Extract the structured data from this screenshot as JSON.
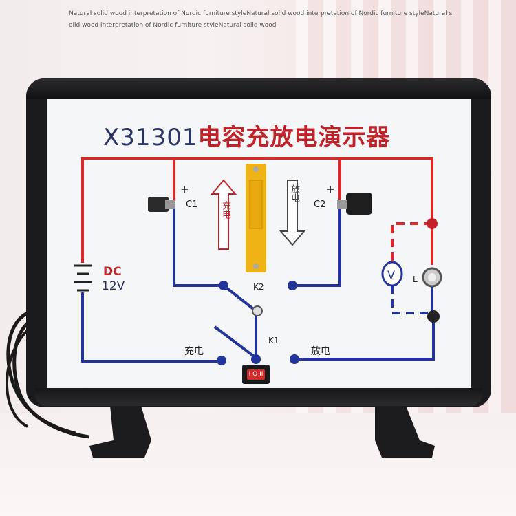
{
  "watermark": "Natural solid wood interpretation of Nordic furniture styleNatural solid wood interpretation of Nordic furniture styleNatural solid wood interpretation of Nordic furniture styleNatural solid wood",
  "title": {
    "code": "X31301",
    "name": "电容充放电演示器"
  },
  "labels": {
    "dc": "DC",
    "voltage": "12V",
    "c1": "C1",
    "c2": "C2",
    "k1": "K1",
    "k2": "K2",
    "charge": "充电",
    "discharge": "放电",
    "lamp": "L",
    "plus": "+",
    "switch": "I O II"
  },
  "arrows": {
    "up_text": "充电",
    "down_text": "放电"
  },
  "colors": {
    "wire_red": "#d62a2a",
    "wire_blue": "#22339a",
    "panel": "#f4f6f7",
    "frame": "#1b1b1d"
  }
}
